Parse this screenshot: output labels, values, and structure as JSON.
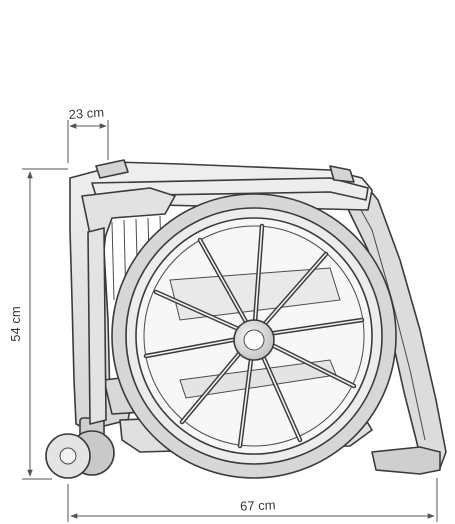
{
  "dimensions": {
    "depth": "23 cm",
    "height": "54 cm",
    "width": "67 cm"
  },
  "colors": {
    "line": "#3b3b3b",
    "frame_fill": "#e6e6e6",
    "frame_shade": "#cfcfcf",
    "tire_fill": "#d9d9d9",
    "background": "#ffffff"
  }
}
